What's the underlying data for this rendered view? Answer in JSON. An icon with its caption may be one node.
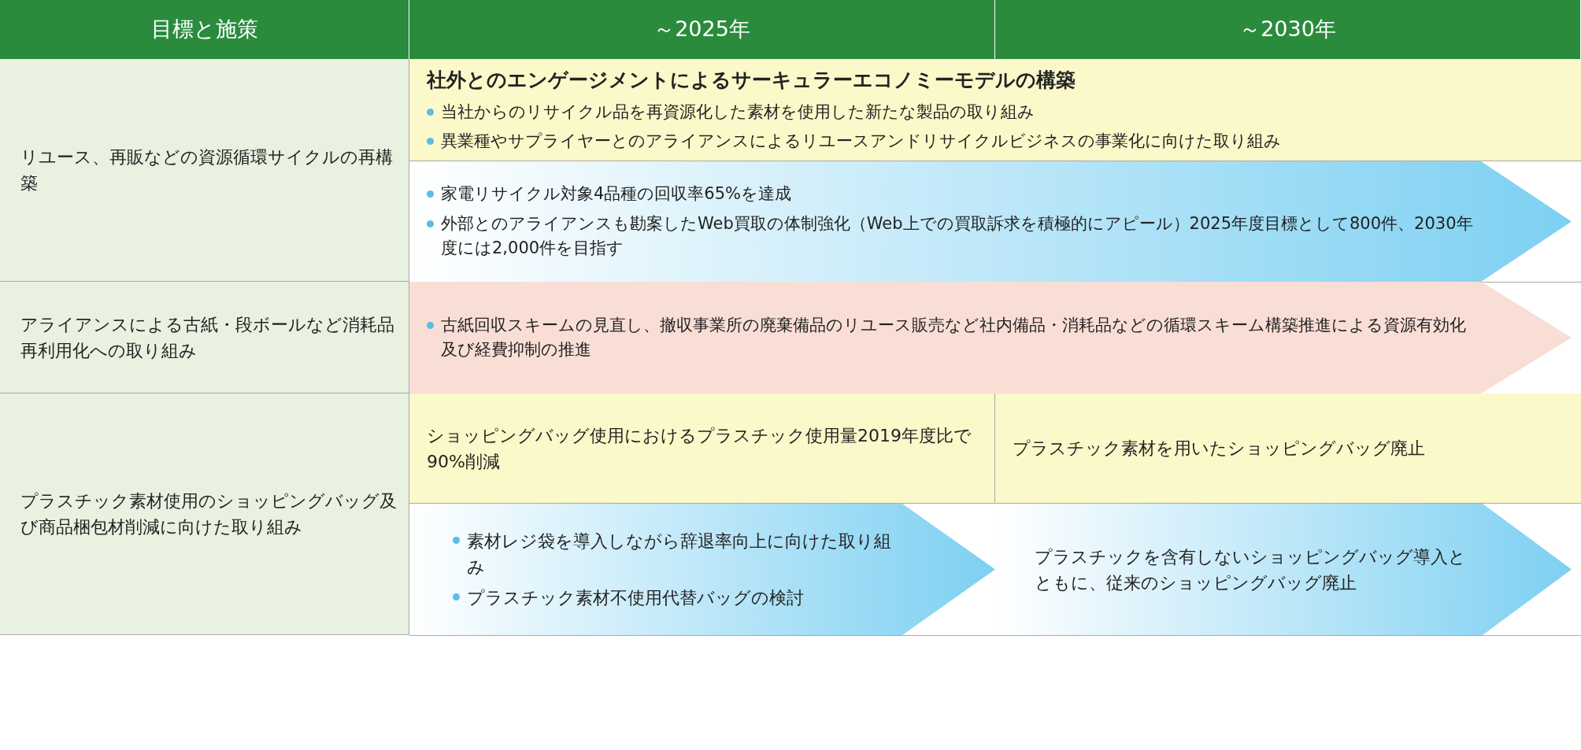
{
  "diagram": {
    "nodes": [
      {
        "text": [
          "目標と施策"
        ]
      },
      {
        "text": [
          "～2025年"
        ]
      },
      {
        "text": [
          "～2030年"
        ]
      },
      {
        "text": [
          "リユース、再販などの資源循環サイクルの再構築"
        ]
      },
      {
        "text": [
          "社外とのエンゲージメントによるサーキュラーエコノミーモデルの構築",
          "当社からのリサイクル品を再資源化した素材を使用した新たな製品の取り組み",
          "異業種やサプライヤーとのアライアンスによるリユースアンドリサイクルビジネスの事業化に向けた取り組み"
        ]
      },
      {
        "text": [
          "家電リサイクル対象4品種の回収率65%を達成",
          "外部とのアライアンスも勘案したWeb買取の体制強化（Web上での買取訴求を積極的にアピール）2025年度目標として800件、2030年度には2,000件を目指す"
        ]
      },
      {
        "text": [
          "アライアンスによる古紙・段ボールなど消耗品再利用化への取り組み"
        ]
      },
      {
        "text": [
          "古紙回収スキームの見直し、撤収事業所の廃棄備品のリユース販売など社内備品・消耗品などの循環スキーム構築推進による資源有効化及び経費抑制の推進"
        ]
      },
      {
        "text": [
          "プラスチック素材使用のショッピングバッグ及び商品梱包材削減に向けた取り組み"
        ]
      },
      {
        "text": [
          "ショッピングバッグ使用におけるプラスチック使用量2019年度比で90%削減"
        ]
      },
      {
        "text": [
          "プラスチック素材を用いたショッピングバッグ廃止"
        ]
      },
      {
        "text": [
          "素材レジ袋を導入しながら辞退率向上に向けた取り組み",
          "プラスチック素材不使用代替バッグの検討"
        ]
      },
      {
        "text": [
          "プラスチックを含有しないショッピングバッグ導入とともに、従来のショッピングバッグ廃止"
        ]
      }
    ]
  }
}
